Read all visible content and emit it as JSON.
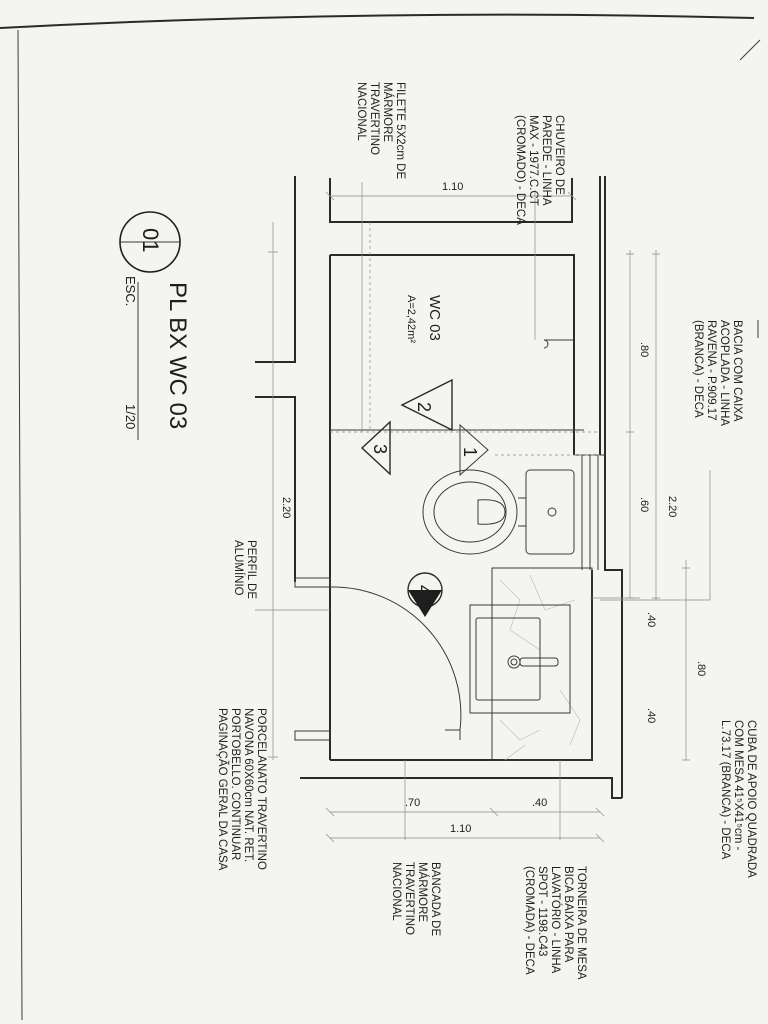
{
  "title": {
    "main": "PL BX WC 03",
    "number": "01",
    "scale_label": "ESC.",
    "scale_value": "1/20"
  },
  "room": {
    "name": "WC 03",
    "area": "A=2,42m²"
  },
  "markers": [
    "1",
    "2",
    "3",
    "4"
  ],
  "notes": {
    "chuveiro": [
      "CHUVEIRO DE",
      "PAREDE - LINHA",
      "MAX - 1977.C.CT",
      "(CROMADO) - DECA"
    ],
    "filete": [
      "FILETE 5X2cm DE",
      "MÁRMORE",
      "TRAVERTINO",
      "NACIONAL"
    ],
    "bacia": [
      "BACIA COM CAIXA",
      "ACOPLADA - LINHA",
      "RAVENA - P.909.17",
      "(BRANCA) - DECA"
    ],
    "cuba": [
      "CUBA DE APOIO QUADRADA",
      "COM MESA 41⁵X41⁵cm -",
      "L.73.17 (BRANCA) - DECA"
    ],
    "perfil": [
      "PERFIL DE",
      "ALUMÍNIO"
    ],
    "porcelanato": [
      "PORCELANATO TRAVERTINO",
      "NAVONA 60X60cm NAT. RET.",
      "PORTOBELLO. CONTINUAR",
      "PAGINAÇÃO GERAL DA CASA"
    ],
    "bancada": [
      "BANCADA DE",
      "MÁRMORE",
      "TRAVERTINO",
      "NACIONAL"
    ],
    "torneira": [
      "TORNEIRA DE MESA",
      "BICA BAIXA PARA",
      "LAVATÓRIO - LINHA",
      "SPOT - 1198.C43",
      "(CROMADA) - DECA"
    ]
  },
  "dimensions": {
    "top_width": "1.10",
    "bottom_width": "1.10",
    "left_length": "2.20",
    "right_length": "2.20",
    "d80a": ".80",
    "d60": ".60",
    "d40a": ".40",
    "d40b": ".40",
    "d80b": ".80",
    "d70": ".70",
    "d40c": ".40"
  }
}
